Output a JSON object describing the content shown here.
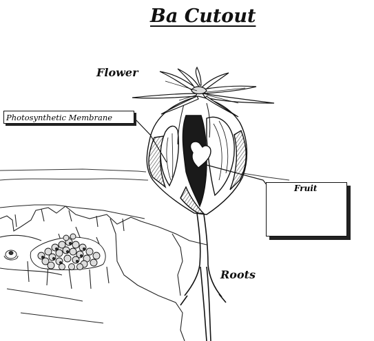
{
  "title": "Ba Cutout",
  "labels": {
    "flower": "Flower",
    "photosynthetic_membrane": "Photosynthetic Membrane",
    "fruit": "Fruit",
    "roots": "Roots"
  },
  "colors": {
    "ink": "#111111",
    "paper": "#ffffff",
    "shade": "#555555"
  }
}
